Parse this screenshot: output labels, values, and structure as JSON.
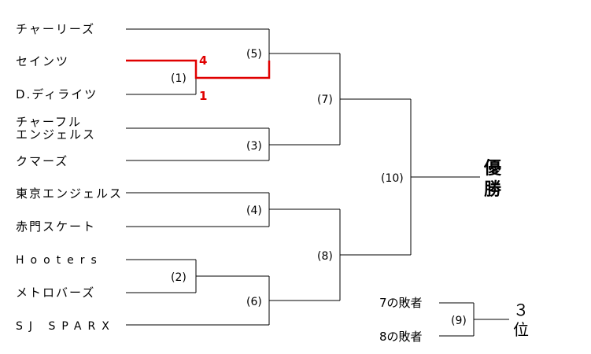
{
  "teams": [
    "チャーリーズ",
    "セインツ",
    "D.ディライツ",
    "チャーフル",
    "エンジェルス",
    "クマーズ",
    "東京エンジェルス",
    "赤門スケート",
    "Hooters",
    "メトロバーズ",
    "SJ SPARX"
  ],
  "matches": {
    "m1": "(1)",
    "m2": "(2)",
    "m3": "(3)",
    "m4": "(4)",
    "m5": "(5)",
    "m6": "(6)",
    "m7": "(7)",
    "m8": "(8)",
    "m9": "(9)",
    "m10": "(10)"
  },
  "scores": {
    "m1_top": "4",
    "m1_bottom": "1"
  },
  "champion": {
    "line1": "優",
    "line2": "勝"
  },
  "third_place": {
    "loser7": "7の敗者",
    "loser8": "8の敗者",
    "line1": "３",
    "line2": "位"
  },
  "colors": {
    "winner_line": "#e00000",
    "line": "#000000"
  }
}
